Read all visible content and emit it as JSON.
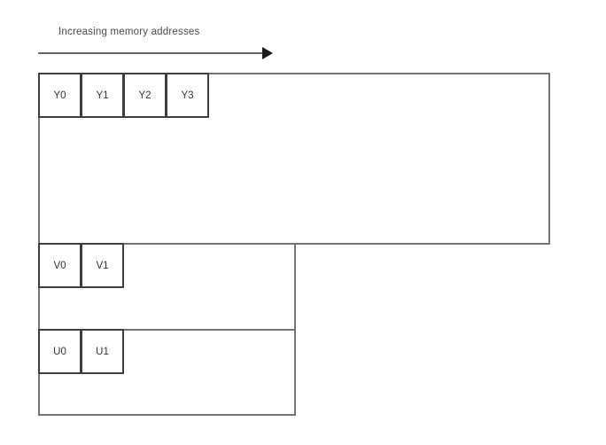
{
  "arrow": {
    "label": "Increasing memory addresses"
  },
  "planes": [
    {
      "id": "y-plane",
      "cells": [
        "Y0",
        "Y1",
        "Y2",
        "Y3"
      ]
    },
    {
      "id": "v-plane",
      "cells": [
        "V0",
        "V1"
      ]
    },
    {
      "id": "u-plane",
      "cells": [
        "U0",
        "U1"
      ]
    }
  ],
  "colors": {
    "background": "#ffffff",
    "plane_border": "#757575",
    "cell_border": "#3f3f3f",
    "cell_text": "#333333",
    "arrow_line": "#666666",
    "arrow_head": "#1a1a1a",
    "label_text": "#4a4a4a"
  }
}
